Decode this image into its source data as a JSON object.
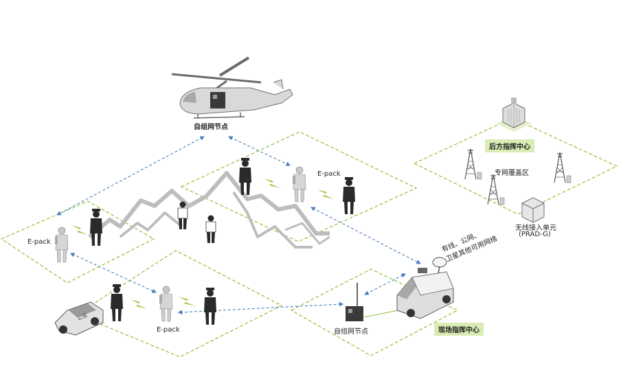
{
  "labels": {
    "heli_node": "自组网节点",
    "ground_node": "自组网节点",
    "epack_top": "E-pack",
    "epack_left": "E-pack",
    "epack_bottom": "E-pack",
    "rear_command": "后方指挥中心",
    "private_net": "专网覆盖区",
    "wireless_unit": "无线接入单元",
    "wireless_unit_model": "(PRAD-G)",
    "network_line1": "有线、公网、",
    "network_line2": "卫星其他可用网络",
    "field_command": "现场指挥中心",
    "police_car": "公安"
  },
  "colors": {
    "zone_border": "#8fbf3a",
    "link_dash": "#4a7fc0",
    "lightning": "#9cc53c",
    "badge_bg": "#d9ecb4",
    "figure_dark": "#2a2a2a",
    "figure_light": "#cfcfcf"
  },
  "icons": [
    "helicopter-icon",
    "police-officer-icon",
    "lightning-icon",
    "mountain-icon",
    "police-car-icon",
    "command-vehicle-icon",
    "radio-tower-icon",
    "building-icon",
    "radio-node-icon",
    "access-unit-icon"
  ]
}
